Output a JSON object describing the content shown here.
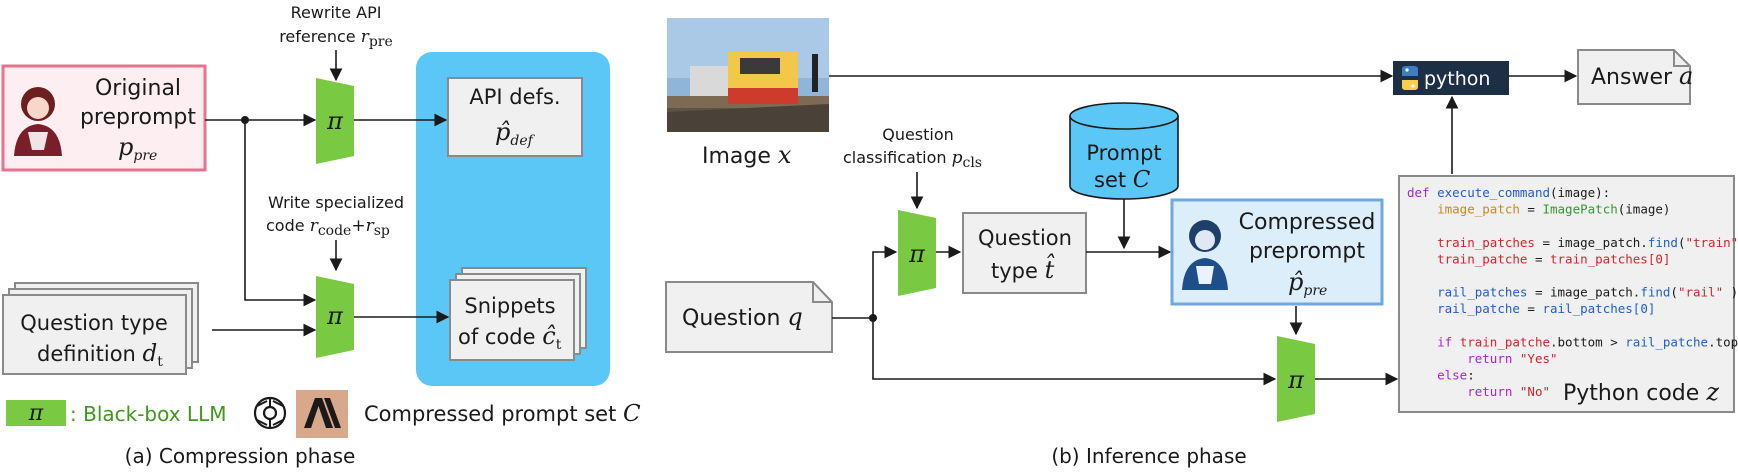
{
  "colors": {
    "llm_green": "#7ac943",
    "prompt_set_blue": "#5bc7f7",
    "preprompt_pink_border": "#e5748f",
    "preprompt_pink_fill": "#fdeef2",
    "compressed_blue_border": "#6fa8dc",
    "compressed_blue_fill": "#ddeefb",
    "box_gray_fill": "#f0f0f0",
    "box_gray_border": "#8a8a8a",
    "python_badge": "#1d2f45",
    "code_keyword": "#a626d4",
    "code_variable": "#d2252c",
    "code_class": "#2e9a2e",
    "code_method": "#1f5fc9",
    "code_assign": "#c98a1c"
  },
  "compression": {
    "rewrite_label_line1": "Rewrite API",
    "rewrite_label_line2": "reference",
    "rewrite_sym": "r",
    "rewrite_sub": "pre",
    "original_line1": "Original",
    "original_line2": "preprompt",
    "original_sym": "p",
    "original_sub": "pre",
    "write_special_line1": "Write specialized",
    "write_special_line2": "code",
    "rcode_sym": "r",
    "rcode_sub": "code",
    "plus": "+",
    "rsp_sym": "r",
    "rsp_sub": "sp",
    "question_def_line1": "Question type",
    "question_def_line2": "definition",
    "question_def_sym": "d",
    "question_def_sub": "t",
    "api_defs_line1": "API defs.",
    "api_defs_sym": "p̂",
    "api_defs_sub": "def",
    "snippets_line1": "Snippets",
    "snippets_line2": "of code",
    "snippets_sym": "ĉ",
    "snippets_sub": "t",
    "pi": "π",
    "legend_pi": "π",
    "legend_text": ": Black-box LLM",
    "legend_set_text": "Compressed prompt set",
    "legend_set_sym": "C",
    "caption": "(a) Compression phase"
  },
  "inference": {
    "image_label": "Image",
    "image_sym": "x",
    "question_class_line1": "Question",
    "question_class_line2": "classification",
    "question_class_sym": "p",
    "question_class_sub": "cls",
    "prompt_set_line1": "Prompt",
    "prompt_set_line2": "set",
    "prompt_set_sym": "C",
    "question_type_line1": "Question",
    "question_type_line2": "type",
    "question_type_sym": "t̂",
    "compressed_line1": "Compressed",
    "compressed_line2": "preprompt",
    "compressed_sym": "p̂",
    "compressed_sub": "pre",
    "question_label": "Question",
    "question_sym": "q",
    "python_label": "python",
    "answer_label": "Answer",
    "answer_sym": "a",
    "pi": "π",
    "python_code_label": "Python code",
    "python_code_sym": "z",
    "caption": "(b) Inference phase"
  },
  "code_lines": [
    [
      [
        "def ",
        "kw"
      ],
      [
        "execute_command",
        "fn"
      ],
      [
        "(image):",
        "pl"
      ]
    ],
    [
      [
        "    ",
        "pl"
      ],
      [
        "image_patch",
        "as"
      ],
      [
        " = ",
        "pl"
      ],
      [
        "ImagePatch",
        "cl"
      ],
      [
        "(image)",
        "pl"
      ]
    ],
    [],
    [
      [
        "    ",
        "pl"
      ],
      [
        "train_patches",
        "vr"
      ],
      [
        " = image_patch.",
        "pl"
      ],
      [
        "find",
        "fn"
      ],
      [
        "(",
        "pl"
      ],
      [
        "\"train\"",
        "vr"
      ],
      [
        ")",
        "pl"
      ]
    ],
    [
      [
        "    ",
        "pl"
      ],
      [
        "train_patche",
        "vr"
      ],
      [
        " = ",
        "pl"
      ],
      [
        "train_patches[0]",
        "vr"
      ]
    ],
    [],
    [
      [
        "    ",
        "pl"
      ],
      [
        "rail_patches",
        "fn"
      ],
      [
        " = image_patch.",
        "pl"
      ],
      [
        "find",
        "fn"
      ],
      [
        "(",
        "pl"
      ],
      [
        "\"rail\"",
        "vr"
      ],
      [
        " )",
        "pl"
      ]
    ],
    [
      [
        "    ",
        "pl"
      ],
      [
        "rail_patche",
        "fn"
      ],
      [
        " = ",
        "pl"
      ],
      [
        "rail_patches[0]",
        "fn"
      ]
    ],
    [],
    [
      [
        "    ",
        "pl"
      ],
      [
        "if ",
        "kw"
      ],
      [
        "train_patche",
        "vr"
      ],
      [
        ".bottom > ",
        "pl"
      ],
      [
        "rail_patche",
        "fn"
      ],
      [
        ".top:",
        "pl"
      ]
    ],
    [
      [
        "        ",
        "pl"
      ],
      [
        "return ",
        "kw"
      ],
      [
        "\"Yes\"",
        "vr"
      ]
    ],
    [
      [
        "    ",
        "pl"
      ],
      [
        "else",
        "kw"
      ],
      [
        ":",
        "pl"
      ]
    ],
    [
      [
        "        ",
        "pl"
      ],
      [
        "return ",
        "kw"
      ],
      [
        "\"No\"",
        "vr"
      ]
    ]
  ]
}
